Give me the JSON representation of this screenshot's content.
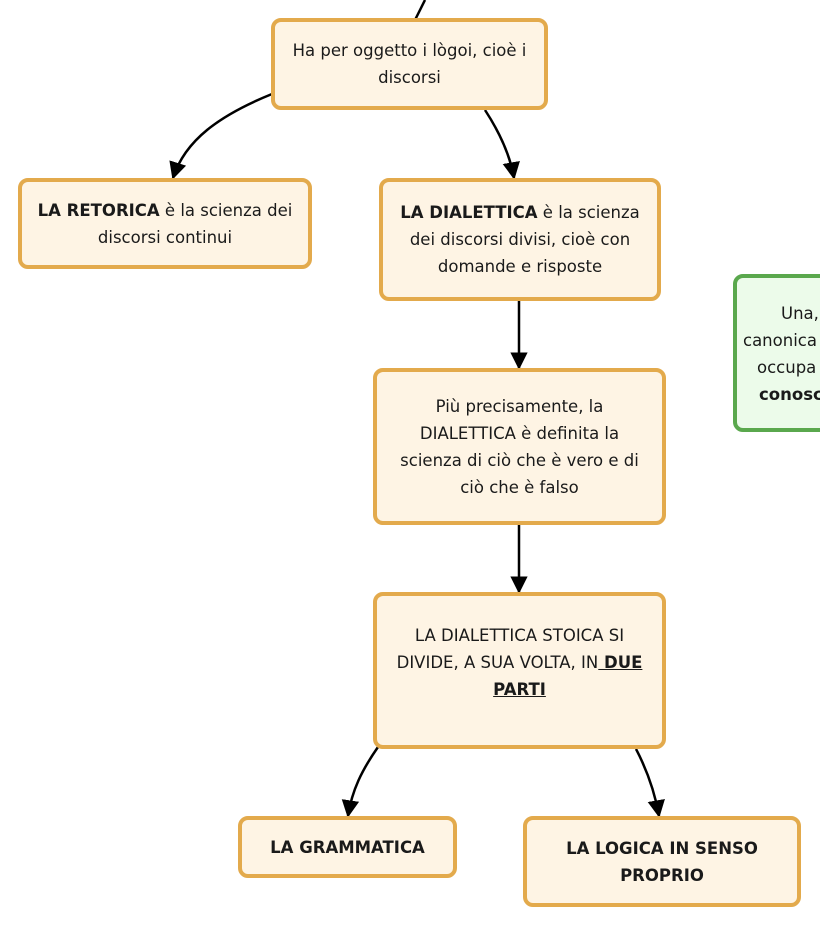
{
  "nodes": {
    "logoi": {
      "text": "Ha per oggetto i lògoi, cioè i discorsi"
    },
    "retorica": {
      "bold": "LA RETORICA",
      "rest": " è la scienza dei discorsi continui"
    },
    "dialettica": {
      "bold": "LA DIALETTICA",
      "rest": " è la scienza dei discorsi divisi, cioè con domande e risposte"
    },
    "definizione": {
      "text": "Più precisamente, la DIALETTICA è definita la scienza di ciò che è vero e di ciò che è falso"
    },
    "divisione": {
      "text": "LA DIALETTICA STOICA SI DIVIDE, A SUA VOLTA, IN",
      "underlined": " DUE PARTI"
    },
    "grammatica": {
      "text": "LA GRAMMATICA"
    },
    "logica": {
      "text": "LA LOGICA IN SENSO PROPRIO"
    },
    "side_note": {
      "line1": "Una,",
      "line2": "canonica",
      "line3": "occupa",
      "bold": "conosc"
    }
  },
  "colors": {
    "node_fill": "#fef4e4",
    "node_border": "#e3aa4c",
    "side_fill": "#ecfbea",
    "side_border": "#5aa84d",
    "edge": "#000000"
  }
}
